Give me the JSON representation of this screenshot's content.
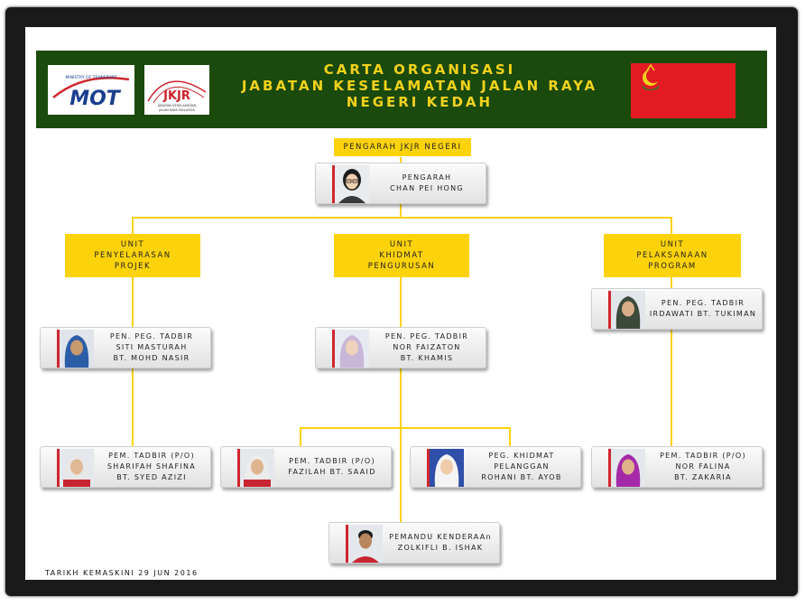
{
  "header": {
    "title_lines": [
      "CARTA ORGANISASI",
      "JABATAN KESELAMATAN JALAN RAYA",
      "NEGERI KEDAH"
    ],
    "mot_logo": {
      "top": "MINISTRY OF TRANSPORT",
      "main": "MOT"
    },
    "jkjr_logo": {
      "main": "JKJR",
      "sub1": "JABATAN KESELAMATAN",
      "sub2": "JALAN RAYA MALAYSIA"
    },
    "flag_icon": "kedah-flag-icon"
  },
  "colors": {
    "header_bg": "#1b4a0d",
    "title": "#f2d21b",
    "unit_box": "#fcd20a",
    "connector": "#fcd20a",
    "flag_red": "#e21b23"
  },
  "director": {
    "label": "PENGARAH JKJR NEGERI",
    "role": "PENGARAH",
    "name": "CHAN PEI HONG"
  },
  "units": [
    {
      "lines": [
        "UNIT",
        "PENYELARASAN",
        "PROJEK"
      ]
    },
    {
      "lines": [
        "UNIT",
        "KHIDMAT",
        "PENGURUSAN"
      ]
    },
    {
      "lines": [
        "UNIT",
        "PELAKSANAAN",
        "PROGRAM"
      ]
    }
  ],
  "staff": [
    {
      "lines": [
        "PEN. PEG. TADBIR",
        "SITI MASTURAH",
        "BT. MOHD NASIR"
      ]
    },
    {
      "lines": [
        "PEN. PEG. TADBIR",
        "NOR FAIZATON",
        "BT. KHAMIS"
      ]
    },
    {
      "lines": [
        "PEN. PEG. TADBIR",
        "IRDAWATI BT. TUKIMAN"
      ]
    },
    {
      "lines": [
        "PEM. TADBIR (P/O)",
        "SHARIFAH SHAFINA",
        "BT. SYED AZIZI"
      ]
    },
    {
      "lines": [
        "PEM. TADBIR (P/O)",
        "FAZILAH BT. SAAID"
      ]
    },
    {
      "lines": [
        "PEG. KHIDMAT",
        "PELANGGAN",
        "ROHANI BT. AYOB"
      ]
    },
    {
      "lines": [
        "PEM. TADBIR (P/O)",
        "NOR FALINA",
        "BT. ZAKARIA"
      ]
    },
    {
      "lines": [
        "PEMANDU KENDERAAn",
        "ZOLKIFLI B. ISHAK"
      ]
    }
  ],
  "footer": "TARIKH KEMASKINI 29 JUN 2016"
}
